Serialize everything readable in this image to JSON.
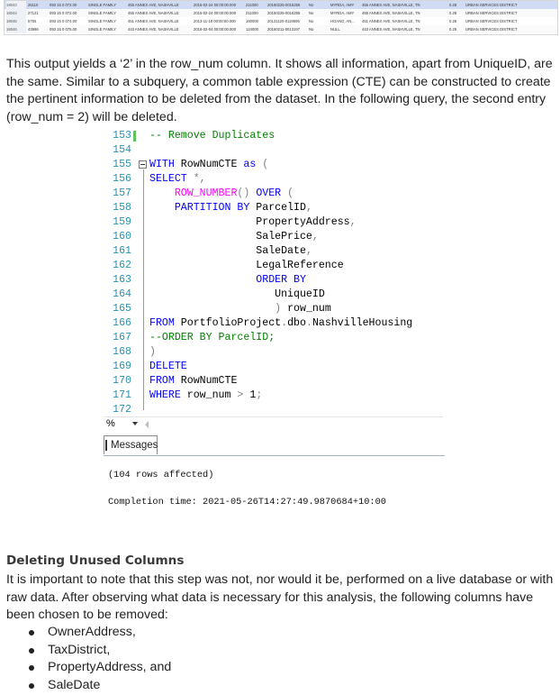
{
  "grid": {
    "rows": [
      {
        "id": "18043",
        "pid": "25110",
        "parcel": "093 15 0 072.00",
        "use": "SINGLE FAMILY",
        "addr": "455 ANNEX AVE, NASHVILLE",
        "date": "2015-02-24 00:00:00.000",
        "price": "211000",
        "ref": "20150225-0016255",
        "vac": "No",
        "owner": "MYRDA, AMY",
        "oaddr": "455 ANNEX AVE, NASHVILLE, TN",
        "acre": "0.28",
        "dist": "URBAN SERVICES DISTRICT",
        "sel": true
      },
      {
        "id": "18044",
        "pid": "27121",
        "parcel": "093 15 0 072.00",
        "use": "SINGLE FAMILY",
        "addr": "455 ANNEX AVE, NASHVILLE",
        "date": "2015-02-24 00:00:00.000",
        "price": "211000",
        "ref": "20150225-0016255",
        "vac": "No",
        "owner": "MYRDA, AMY",
        "oaddr": "455 ANNEX AVE, NASHVILLE, TN",
        "acre": "0.28",
        "dist": "URBAN SERVICES DISTRICT",
        "sel": false
      },
      {
        "id": "18045",
        "pid": "5755",
        "parcel": "093 15 0 074.00",
        "use": "SINGLE FAMILY",
        "addr": "451 ANNEX AVE, NASHVILLE",
        "date": "2013-11-18 00:00:00.000",
        "price": "160000",
        "ref": "20131120-0119506",
        "vac": "No",
        "owner": "HOANG, AN...",
        "oaddr": "451 ANNEX AVE, NASHVILLE, TN",
        "acre": "0.26",
        "dist": "URBAN SERVICES DISTRICT",
        "sel": false
      },
      {
        "id": "18046",
        "pid": "43996",
        "parcel": "093 15 0 075.00",
        "use": "SINGLE FAMILY",
        "addr": "443 ANNEX AVE, NASHVILLE",
        "date": "2016-02-04 00:00:00.000",
        "price": "124000",
        "ref": "20160211-0013197",
        "vac": "No",
        "owner": "NULL",
        "oaddr": "443 ANNEX AVE, NASHVILLE, TN",
        "acre": "0.25",
        "dist": "URBAN SERVICES DISTRICT",
        "sel": false
      }
    ]
  },
  "intro_paragraph": "This output yields a ‘2’ in the row_num column. It shows all information, apart from UniqueID, are the same. Similar to a subquery, a common table expression (CTE) can be constructed to create the pertinent information to be deleted from the dataset. In the following query, the second entry (row_num = 2) will be deleted.",
  "editor": {
    "lines": [
      {
        "n": "153",
        "html": "<span class='cm'>-- Remove Duplicates</span>"
      },
      {
        "n": "154",
        "html": ""
      },
      {
        "n": "155",
        "html": "<span class='kw'>WITH</span> RowNumCTE <span class='kw'>as</span> <span class='gr'>(</span>"
      },
      {
        "n": "156",
        "html": "<span class='kw'>SELECT</span> <span class='gr'>*,</span>"
      },
      {
        "n": "157",
        "html": "    <span class='fn'>ROW_NUMBER</span><span class='gr'>()</span> <span class='kw'>OVER</span> <span class='gr'>(</span>"
      },
      {
        "n": "158",
        "html": "    <span class='kw'>PARTITION BY</span> ParcelID<span class='gr'>,</span>"
      },
      {
        "n": "159",
        "html": "                 PropertyAddress<span class='gr'>,</span>"
      },
      {
        "n": "160",
        "html": "                 SalePrice<span class='gr'>,</span>"
      },
      {
        "n": "161",
        "html": "                 SaleDate<span class='gr'>,</span>"
      },
      {
        "n": "162",
        "html": "                 LegalReference"
      },
      {
        "n": "163",
        "html": "                 <span class='kw'>ORDER BY</span>"
      },
      {
        "n": "164",
        "html": "                    UniqueID"
      },
      {
        "n": "165",
        "html": "                    <span class='gr'>)</span> row_num"
      },
      {
        "n": "166",
        "html": "<span class='kw'>FROM</span> PortfolioProject<span class='gr'>.</span>dbo<span class='gr'>.</span>NashvilleHousing"
      },
      {
        "n": "167",
        "html": "<span class='cm'>--ORDER BY ParcelID;</span>"
      },
      {
        "n": "168",
        "html": "<span class='gr'>)</span>"
      },
      {
        "n": "169",
        "html": "<span class='kw'>DELETE</span>"
      },
      {
        "n": "170",
        "html": "<span class='kw'>FROM</span> RowNumCTE"
      },
      {
        "n": "171",
        "html": "<span class='kw'>WHERE</span> row_num <span class='gr'>&gt;</span> 1<span class='gr'>;</span>"
      },
      {
        "n": "172",
        "html": ""
      }
    ],
    "zoom_label": "%"
  },
  "messages": {
    "tab_label": "Messages",
    "rows_affected": "(104 rows affected)",
    "completion": "Completion time: 2021-05-26T14:27:49.9870684+10:00"
  },
  "section_heading": "Deleting Unused Columns",
  "section_paragraph": "It is important to note that this step was not, nor would it be, performed on a live database or with raw data. After observing what data is necessary for this analysis, the following columns have been chosen to be removed:",
  "bullets": [
    "OwnerAddress,",
    "TaxDistrict,",
    "PropertyAddress, and",
    "SaleDate"
  ]
}
